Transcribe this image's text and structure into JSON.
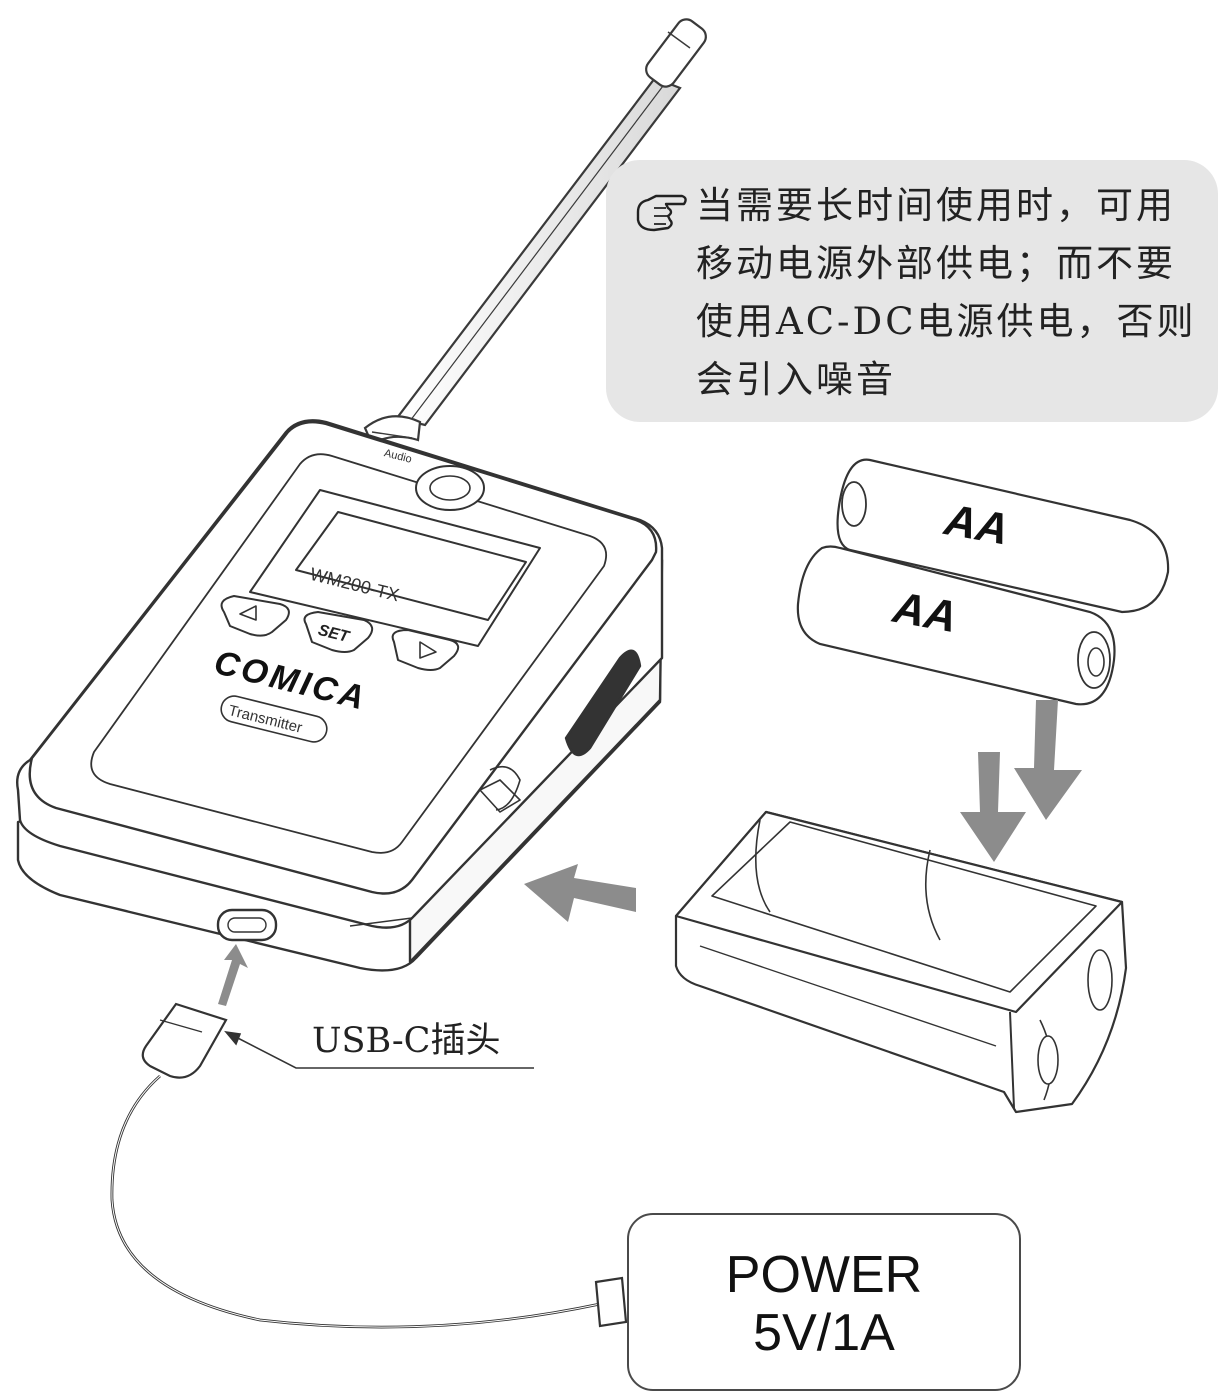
{
  "note": {
    "icon": "pointing-hand-icon",
    "lines": [
      "当需要长时间使用时，可用",
      "移动电源外部供电；而不要",
      "使用AC-DC电源供电，否则",
      "会引入噪音"
    ]
  },
  "device": {
    "model": "WM200-TX",
    "brand": "COMICA",
    "sub_label": "Transmitter",
    "set_label": "SET",
    "audio_label": "Audio"
  },
  "batteries": [
    "AA",
    "AA"
  ],
  "usb_label": "USB-C插头",
  "power": {
    "line1": "POWER",
    "line2": "5V/1A"
  },
  "colors": {
    "arrow": "#8c8c8c",
    "note_bg": "#e6e6e6",
    "line": "#3a3a3a"
  }
}
